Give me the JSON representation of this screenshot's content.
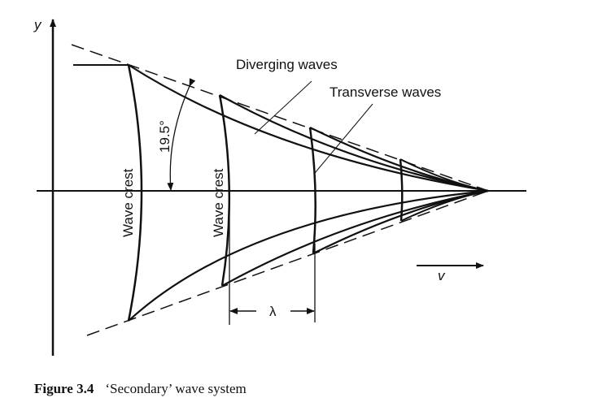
{
  "axes": {
    "y_label": "y",
    "velocity_label": "v"
  },
  "labels": {
    "diverging": "Diverging waves",
    "transverse": "Transverse waves",
    "angle": "19.5°",
    "wave_crest": "Wave crest",
    "wavelength": "λ"
  },
  "caption": {
    "number": "Figure 3.4",
    "text": "‘Secondary’ wave system"
  }
}
